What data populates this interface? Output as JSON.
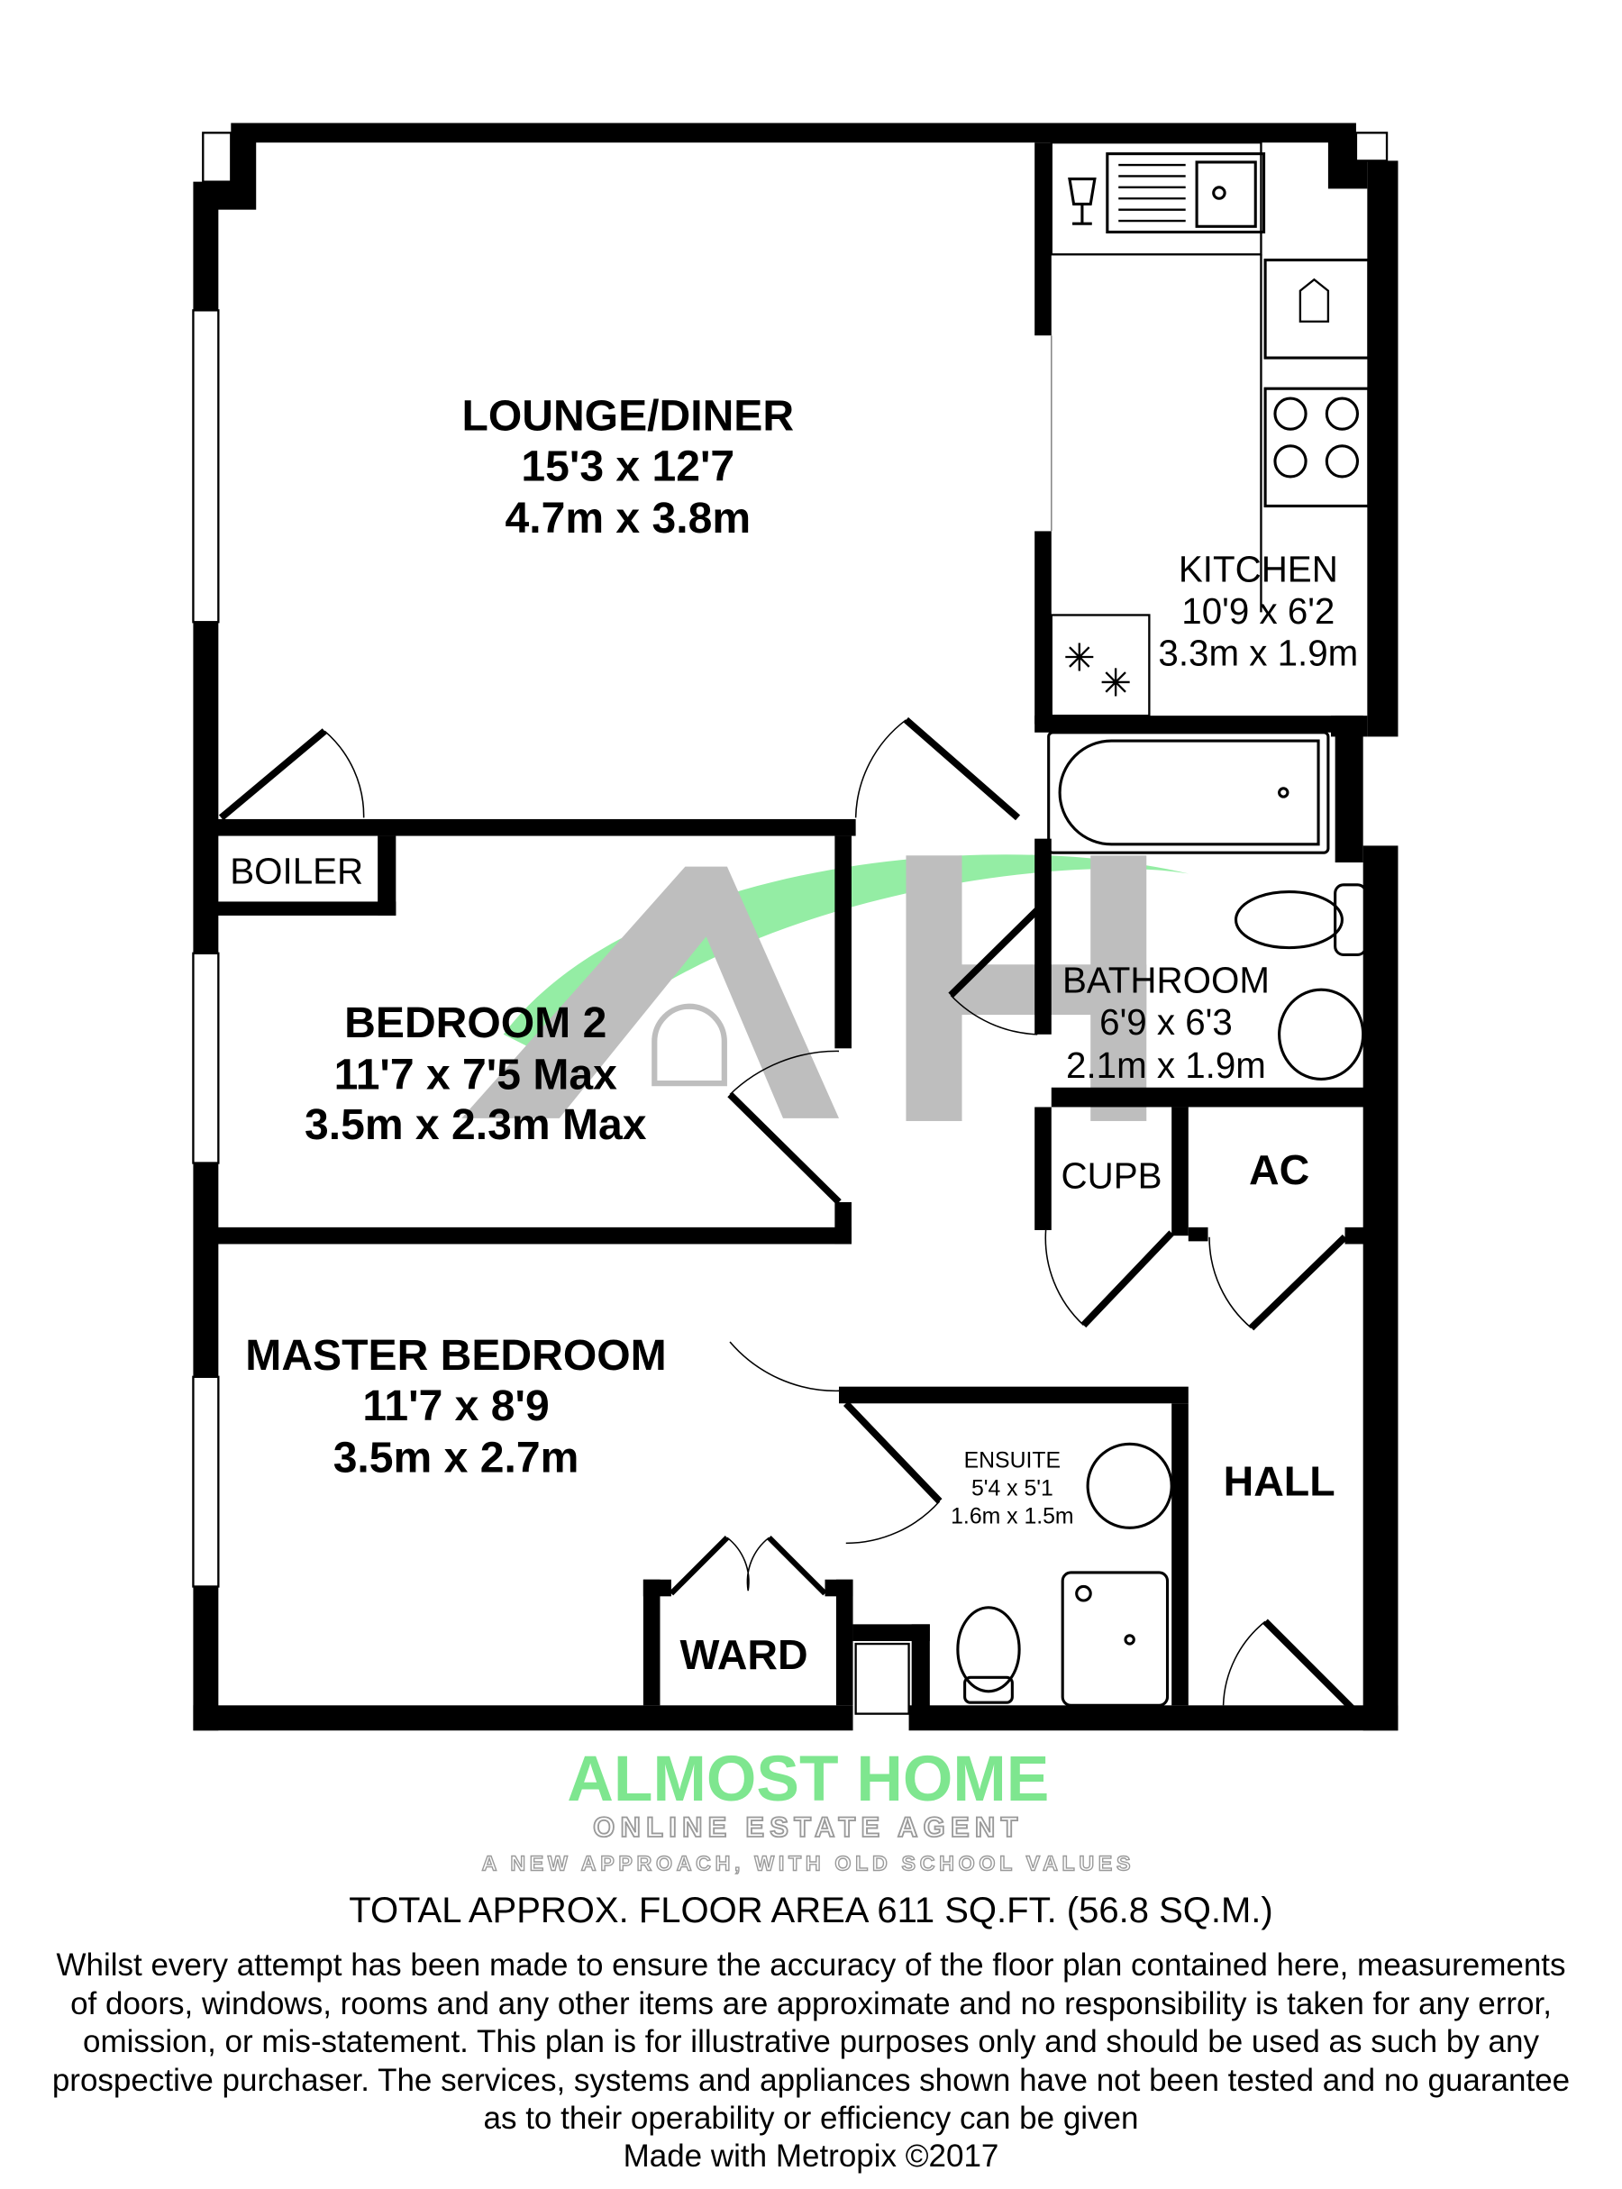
{
  "rooms": {
    "lounge": {
      "name": "LOUNGE/DINER",
      "imperial": "15'3 x 12'7",
      "metric": "4.7m x 3.8m"
    },
    "kitchen": {
      "name": "KITCHEN",
      "imperial": "10'9 x 6'2",
      "metric": "3.3m x 1.9m"
    },
    "bathroom": {
      "name": "BATHROOM",
      "imperial": "6'9 x 6'3",
      "metric": "2.1m x 1.9m"
    },
    "bedroom2": {
      "name": "BEDROOM 2",
      "imperial": "11'7 x 7'5 Max",
      "metric": "3.5m x 2.3m Max"
    },
    "master": {
      "name": "MASTER BEDROOM",
      "imperial": "11'7 x 8'9",
      "metric": "3.5m x 2.7m"
    },
    "ensuite": {
      "name": "ENSUITE",
      "imperial": "5'4 x 5'1",
      "metric": "1.6m x 1.5m"
    },
    "boiler": {
      "name": "BOILER"
    },
    "cupb": {
      "name": "CUPB"
    },
    "ac": {
      "name": "AC"
    },
    "hall": {
      "name": "HALL"
    },
    "ward": {
      "name": "WARD"
    }
  },
  "watermark": {
    "brand": "ALMOST HOME",
    "tagline": "ONLINE ESTATE AGENT",
    "slogan": "A NEW APPROACH, WITH OLD SCHOOL VALUES",
    "green": "#3ee05a",
    "grey": "#9a9a9a"
  },
  "footer": {
    "total_area": "TOTAL APPROX. FLOOR AREA 611 SQ.FT. (56.8 SQ.M.)",
    "disclaimer_lines": [
      "Whilst every attempt has been made to ensure the accuracy of the floor plan contained here, measurements",
      "of doors, windows, rooms and any other items are approximate and no responsibility is taken for any error,",
      "omission, or mis-statement. This plan is for illustrative purposes only and should be used as such by any",
      "prospective purchaser. The services, systems and appliances shown have not been tested and no guarantee",
      "as to their operability or efficiency can be given"
    ],
    "made_with": "Made with Metropix ©2017"
  }
}
